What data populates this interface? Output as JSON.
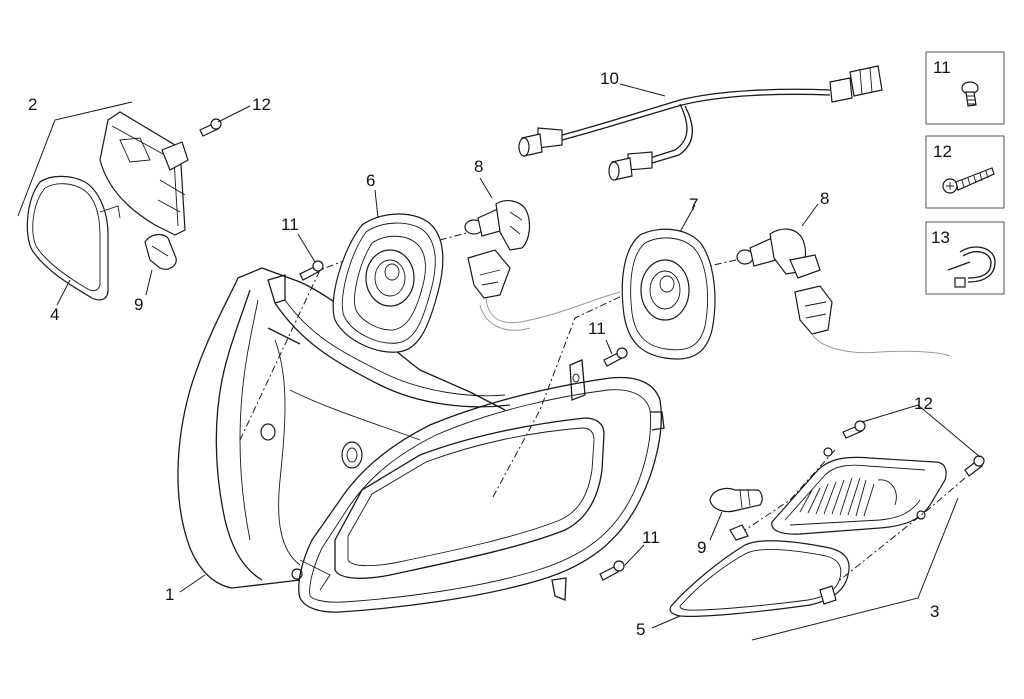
{
  "callouts": {
    "c1": "1",
    "c2": "2",
    "c3": "3",
    "c4": "4",
    "c5": "5",
    "c6": "6",
    "c7": "7",
    "c8a": "8",
    "c8b": "8",
    "c9a": "9",
    "c9b": "9",
    "c10": "10",
    "c11a": "11",
    "c11b": "11",
    "c11c": "11",
    "c12a": "12",
    "c12b": "12"
  },
  "legend": {
    "screw_label": "11",
    "self_tap_screw_label": "12",
    "cable_tie_label": "13"
  }
}
